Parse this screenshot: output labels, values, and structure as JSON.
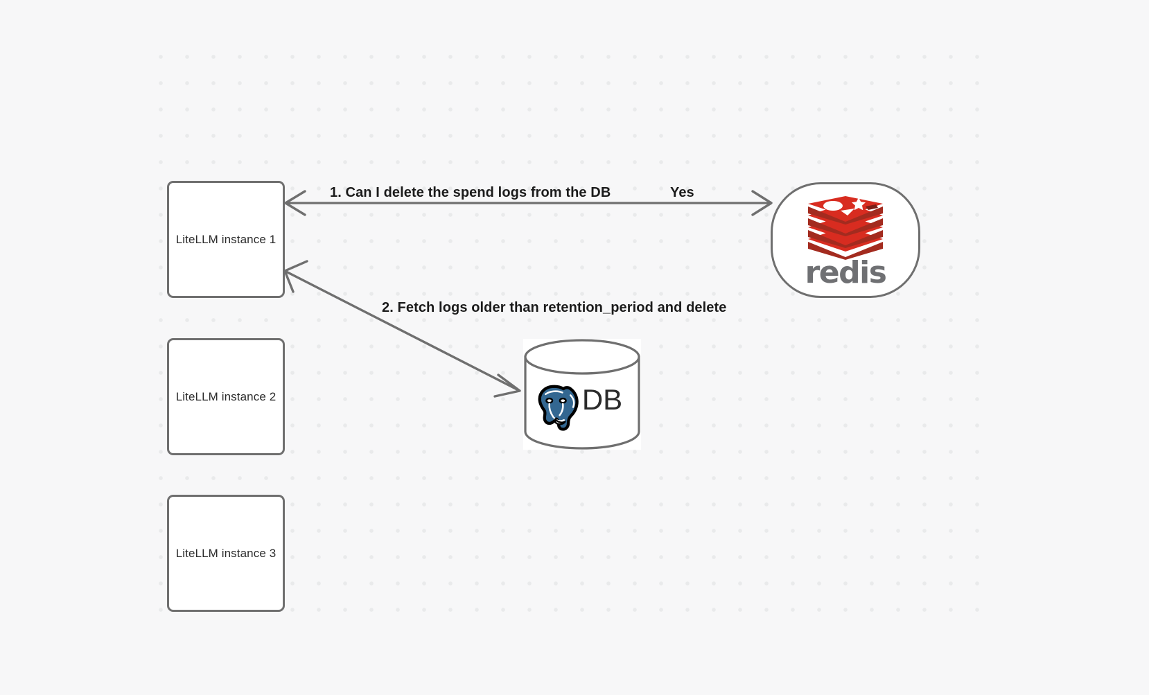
{
  "diagram": {
    "background_color": "#f7f7f8",
    "grid_dot_color": "#e9eaeb",
    "stroke_color": "#6f6f6f",
    "nodes": {
      "llm1": {
        "label": "LiteLLM instance 1"
      },
      "llm2": {
        "label": "LiteLLM instance 2"
      },
      "llm3": {
        "label": "LiteLLM instance 3"
      },
      "redis": {
        "label": "redis",
        "logo_color": "#d82c20",
        "wordmark_color": "#6f7073",
        "icon": "redis-stack-icon"
      },
      "db": {
        "label": "DB",
        "logo_color": "#336791",
        "icon": "postgresql-elephant-icon"
      }
    },
    "edges": [
      {
        "id": "edge-1",
        "from": "llm1",
        "to": "redis",
        "label": "1.  Can I delete the spend logs from the DB",
        "reply_label": "Yes",
        "direction": "bidirectional"
      },
      {
        "id": "edge-2",
        "from": "db",
        "to": "llm1",
        "label": "2.  Fetch logs older than retention_period and delete",
        "direction": "bidirectional"
      }
    ]
  }
}
